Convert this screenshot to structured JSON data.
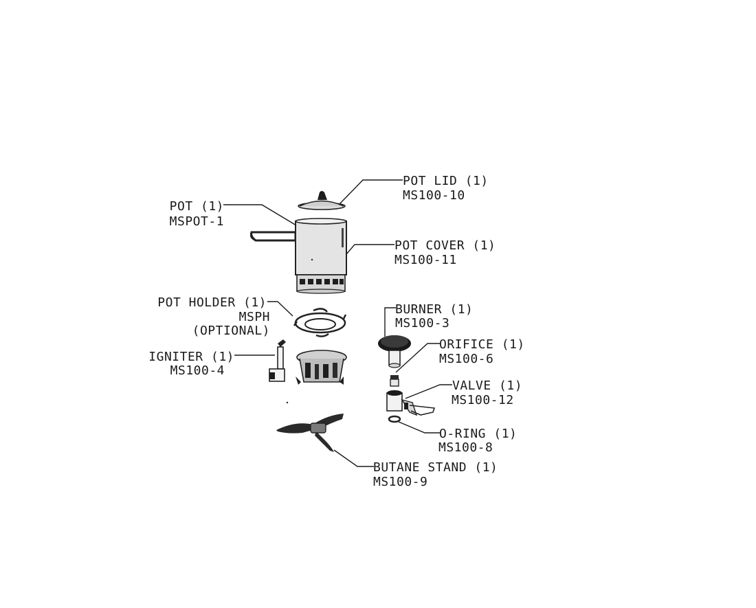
{
  "parts": [
    {
      "id": "pot-lid",
      "name": "POT LID (1)",
      "code": "MS100-10"
    },
    {
      "id": "pot",
      "name": "POT (1)",
      "code": "MSPOT-1"
    },
    {
      "id": "pot-cover",
      "name": "POT COVER (1)",
      "code": "MS100-11"
    },
    {
      "id": "pot-holder",
      "name": "POT HOLDER (1)",
      "code": "MSPH",
      "note": "(OPTIONAL)"
    },
    {
      "id": "burner",
      "name": "BURNER (1)",
      "code": "MS100-3"
    },
    {
      "id": "orifice",
      "name": "ORIFICE (1)",
      "code": "MS100-6"
    },
    {
      "id": "igniter",
      "name": "IGNITER (1)",
      "code": "MS100-4"
    },
    {
      "id": "valve",
      "name": "VALVE (1)",
      "code": "MS100-12"
    },
    {
      "id": "o-ring",
      "name": "O-RING (1)",
      "code": "MS100-8"
    },
    {
      "id": "butane-stand",
      "name": "BUTANE STAND (1)",
      "code": "MS100-9"
    }
  ],
  "colors": {
    "line": "#1a1a1a",
    "background": "#ffffff"
  }
}
